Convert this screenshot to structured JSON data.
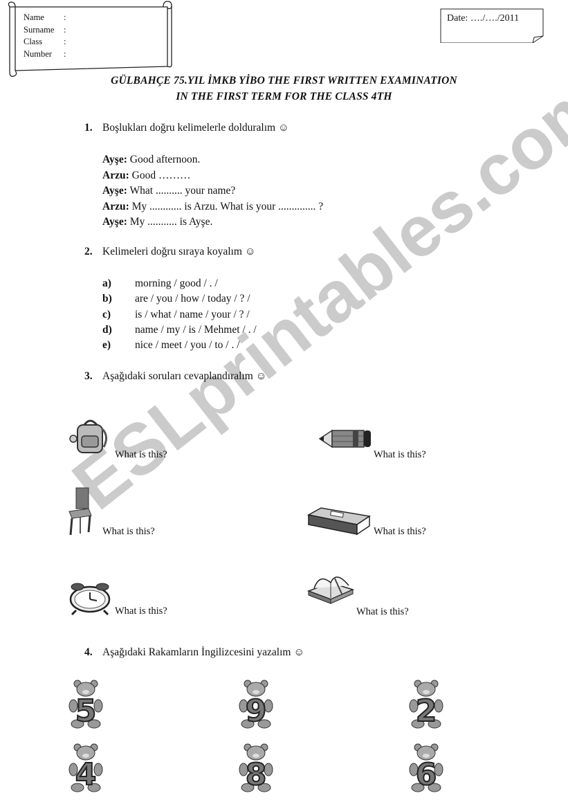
{
  "header": {
    "fields": [
      {
        "label": "Name",
        "sep": ":"
      },
      {
        "label": "Surname",
        "sep": ":"
      },
      {
        "label": "Class",
        "sep": ":"
      },
      {
        "label": "Number",
        "sep": ":"
      }
    ],
    "date": "Date: …./…./2011"
  },
  "title": {
    "line1": "GÜLBAHÇE 75.YIL İMKB YİBO THE FIRST WRITTEN EXAMINATION",
    "line2": "IN THE FIRST TERM FOR THE CLASS 4TH"
  },
  "q1": {
    "num": "1.",
    "text": "Boşlukları doğru kelimelerle dolduralım ☺",
    "dialogue": [
      {
        "speaker": "Ayşe:",
        "line": " Good afternoon."
      },
      {
        "speaker": "Arzu:",
        "line": " Good ………"
      },
      {
        "speaker": "Ayşe:",
        "line": " What .......... your name?"
      },
      {
        "speaker": "Arzu:",
        "line": " My  ............  is Arzu.  What is your ..............  ?"
      },
      {
        "speaker": "Ayşe:",
        "line": " My ........... is Ayşe."
      }
    ]
  },
  "q2": {
    "num": "2.",
    "text": "Kelimeleri doğru sıraya koyalım ☺",
    "items": [
      {
        "letter": "a)",
        "words": "morning /  good /  .  /"
      },
      {
        "letter": "b)",
        "words": "are / you / how / today /  ?  /"
      },
      {
        "letter": "c)",
        "words": " is / what / name / your /  ? /"
      },
      {
        "letter": "d)",
        "words": "name / my / is / Mehmet / . /"
      },
      {
        "letter": "e)",
        "words": "nice / meet / you / to / . /"
      }
    ]
  },
  "q3": {
    "num": "3.",
    "text": "Aşağıdaki soruları cevaplandıralım ☺",
    "question": "What is this?",
    "pictures": [
      "backpack-icon",
      "pencil-icon",
      "chair-icon",
      "eraser-icon",
      "alarm-clock-icon",
      "book-icon"
    ]
  },
  "q4": {
    "num": "4.",
    "text": "Aşağıdaki Rakamların İngilizcesini yazalım ☺",
    "digits": [
      "5",
      "9",
      "2",
      "4",
      "8",
      "6"
    ]
  },
  "watermark": "ESLprintables.com"
}
